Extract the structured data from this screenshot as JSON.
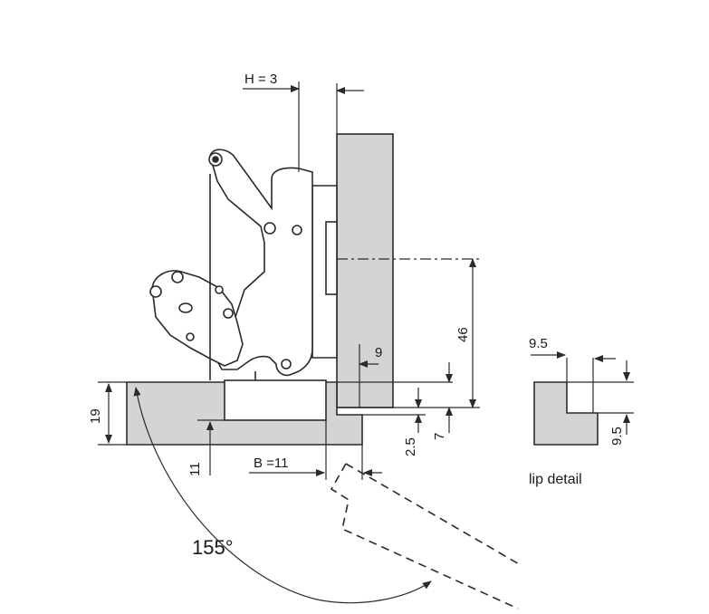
{
  "dimensions": {
    "h": "H = 3",
    "d46": "46",
    "d9a": "9",
    "d19": "19",
    "d11": "11",
    "b": "B =11",
    "d25": "2.5",
    "d7": "7",
    "angle": "155°",
    "lip_95_top": "9.5",
    "lip_95_side": "9.5"
  },
  "caption": "lip detail",
  "colors": {
    "panel_fill": "#d4d4d4",
    "line": "#2a2a2a",
    "background": "#ffffff"
  }
}
